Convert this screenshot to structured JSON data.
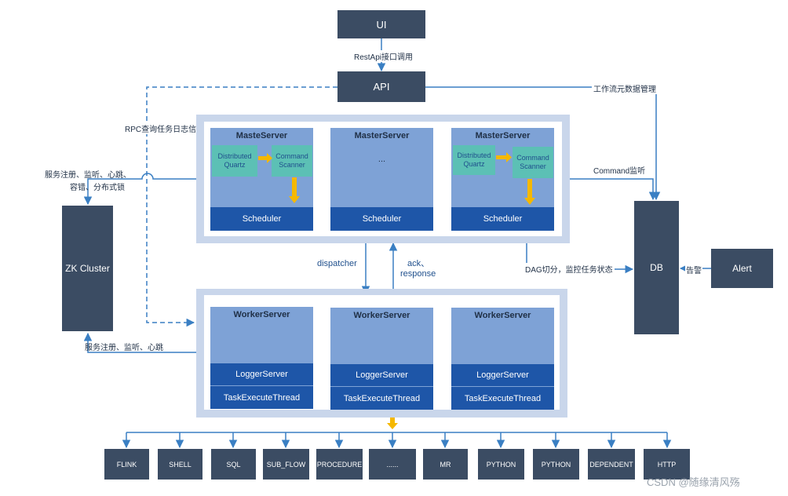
{
  "ui": {
    "label": "UI"
  },
  "api": {
    "label": "API"
  },
  "zk": {
    "label": "ZK Cluster"
  },
  "db": {
    "label": "DB"
  },
  "alert": {
    "label": "Alert"
  },
  "edges": {
    "restapi": "RestApi接口调用",
    "rpc": "RPC查询任务日志信息",
    "workflow_meta": "工作流元数据管理",
    "command_listen": "Command监听",
    "zk_register_master_1": "服务注册、监听、心跳、",
    "zk_register_master_2": "容错、分布式锁",
    "zk_register_worker": "服务注册、监听、心跳",
    "dispatcher": "dispatcher",
    "ack_1": "ack、",
    "ack_2": "response",
    "dag": "DAG切分，监控任务状态",
    "alarm": "告警"
  },
  "masters": [
    {
      "title": "MasteServer",
      "quartz": "Distributed Quartz",
      "scanner": "Command Scanner",
      "scheduler": "Scheduler"
    },
    {
      "title": "MasterServer",
      "dots": "...",
      "scheduler": "Scheduler"
    },
    {
      "title": "MasterServer",
      "quartz": "Distributed Quartz",
      "scanner": "Command Scanner",
      "scheduler": "Scheduler"
    }
  ],
  "workers": [
    {
      "title": "WorkerServer",
      "logger": "LoggerServer",
      "thread": "TaskExecuteThread"
    },
    {
      "title": "WorkerServer",
      "logger": "LoggerServer",
      "thread": "TaskExecuteThread"
    },
    {
      "title": "WorkerServer",
      "logger": "LoggerServer",
      "thread": "TaskExecuteThread"
    }
  ],
  "tasks": [
    "FLINK",
    "SHELL",
    "SQL",
    "SUB_FLOW",
    "PROCEDURE",
    "......",
    "MR",
    "PYTHON",
    "PYTHON",
    "DEPENDENT",
    "HTTP"
  ],
  "watermark": "CSDN @随缘清风殇",
  "colors": {
    "dark_box": "#3b4c63",
    "frame": "#c9d6eb",
    "server": "#7ea2d6",
    "band": "#1e56a8",
    "teal": "#5cc0b5",
    "arrow_blue": "#3a7fc3",
    "arrow_yellow": "#f5b800"
  }
}
